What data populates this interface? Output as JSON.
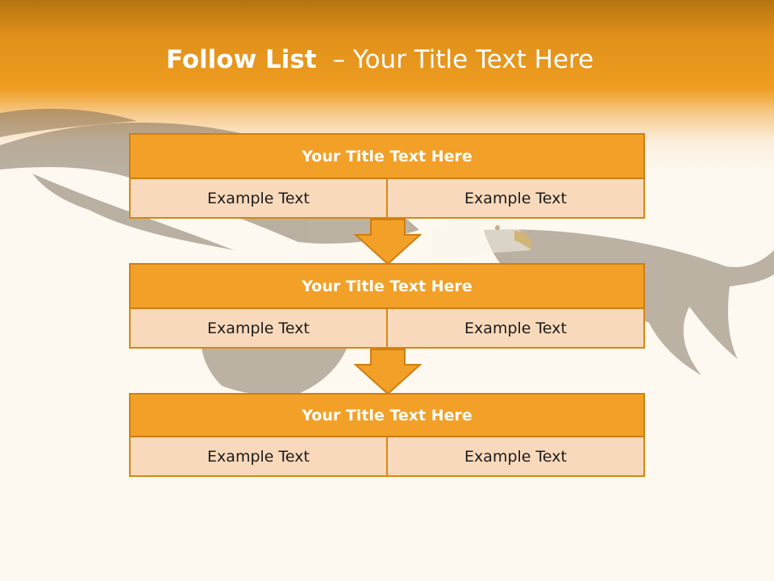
{
  "slide": {
    "title_bold": "Follow List",
    "title_rest": "– Your Title Text Here"
  },
  "blocks": [
    {
      "title": "Your Title Text Here",
      "left": "Example Text",
      "right": "Example Text"
    },
    {
      "title": "Your Title Text Here",
      "left": "Example Text",
      "right": "Example Text"
    },
    {
      "title": "Your Title Text Here",
      "left": "Example Text",
      "right": "Example Text"
    }
  ],
  "colors": {
    "header_orange": "#ef9d21",
    "box_title": "#f2a028",
    "box_cell": "#f9d9bb",
    "border": "#cf7e10",
    "background": "#fdf9f0"
  },
  "icons": [
    "eagle-illustration",
    "down-arrow-icon"
  ]
}
